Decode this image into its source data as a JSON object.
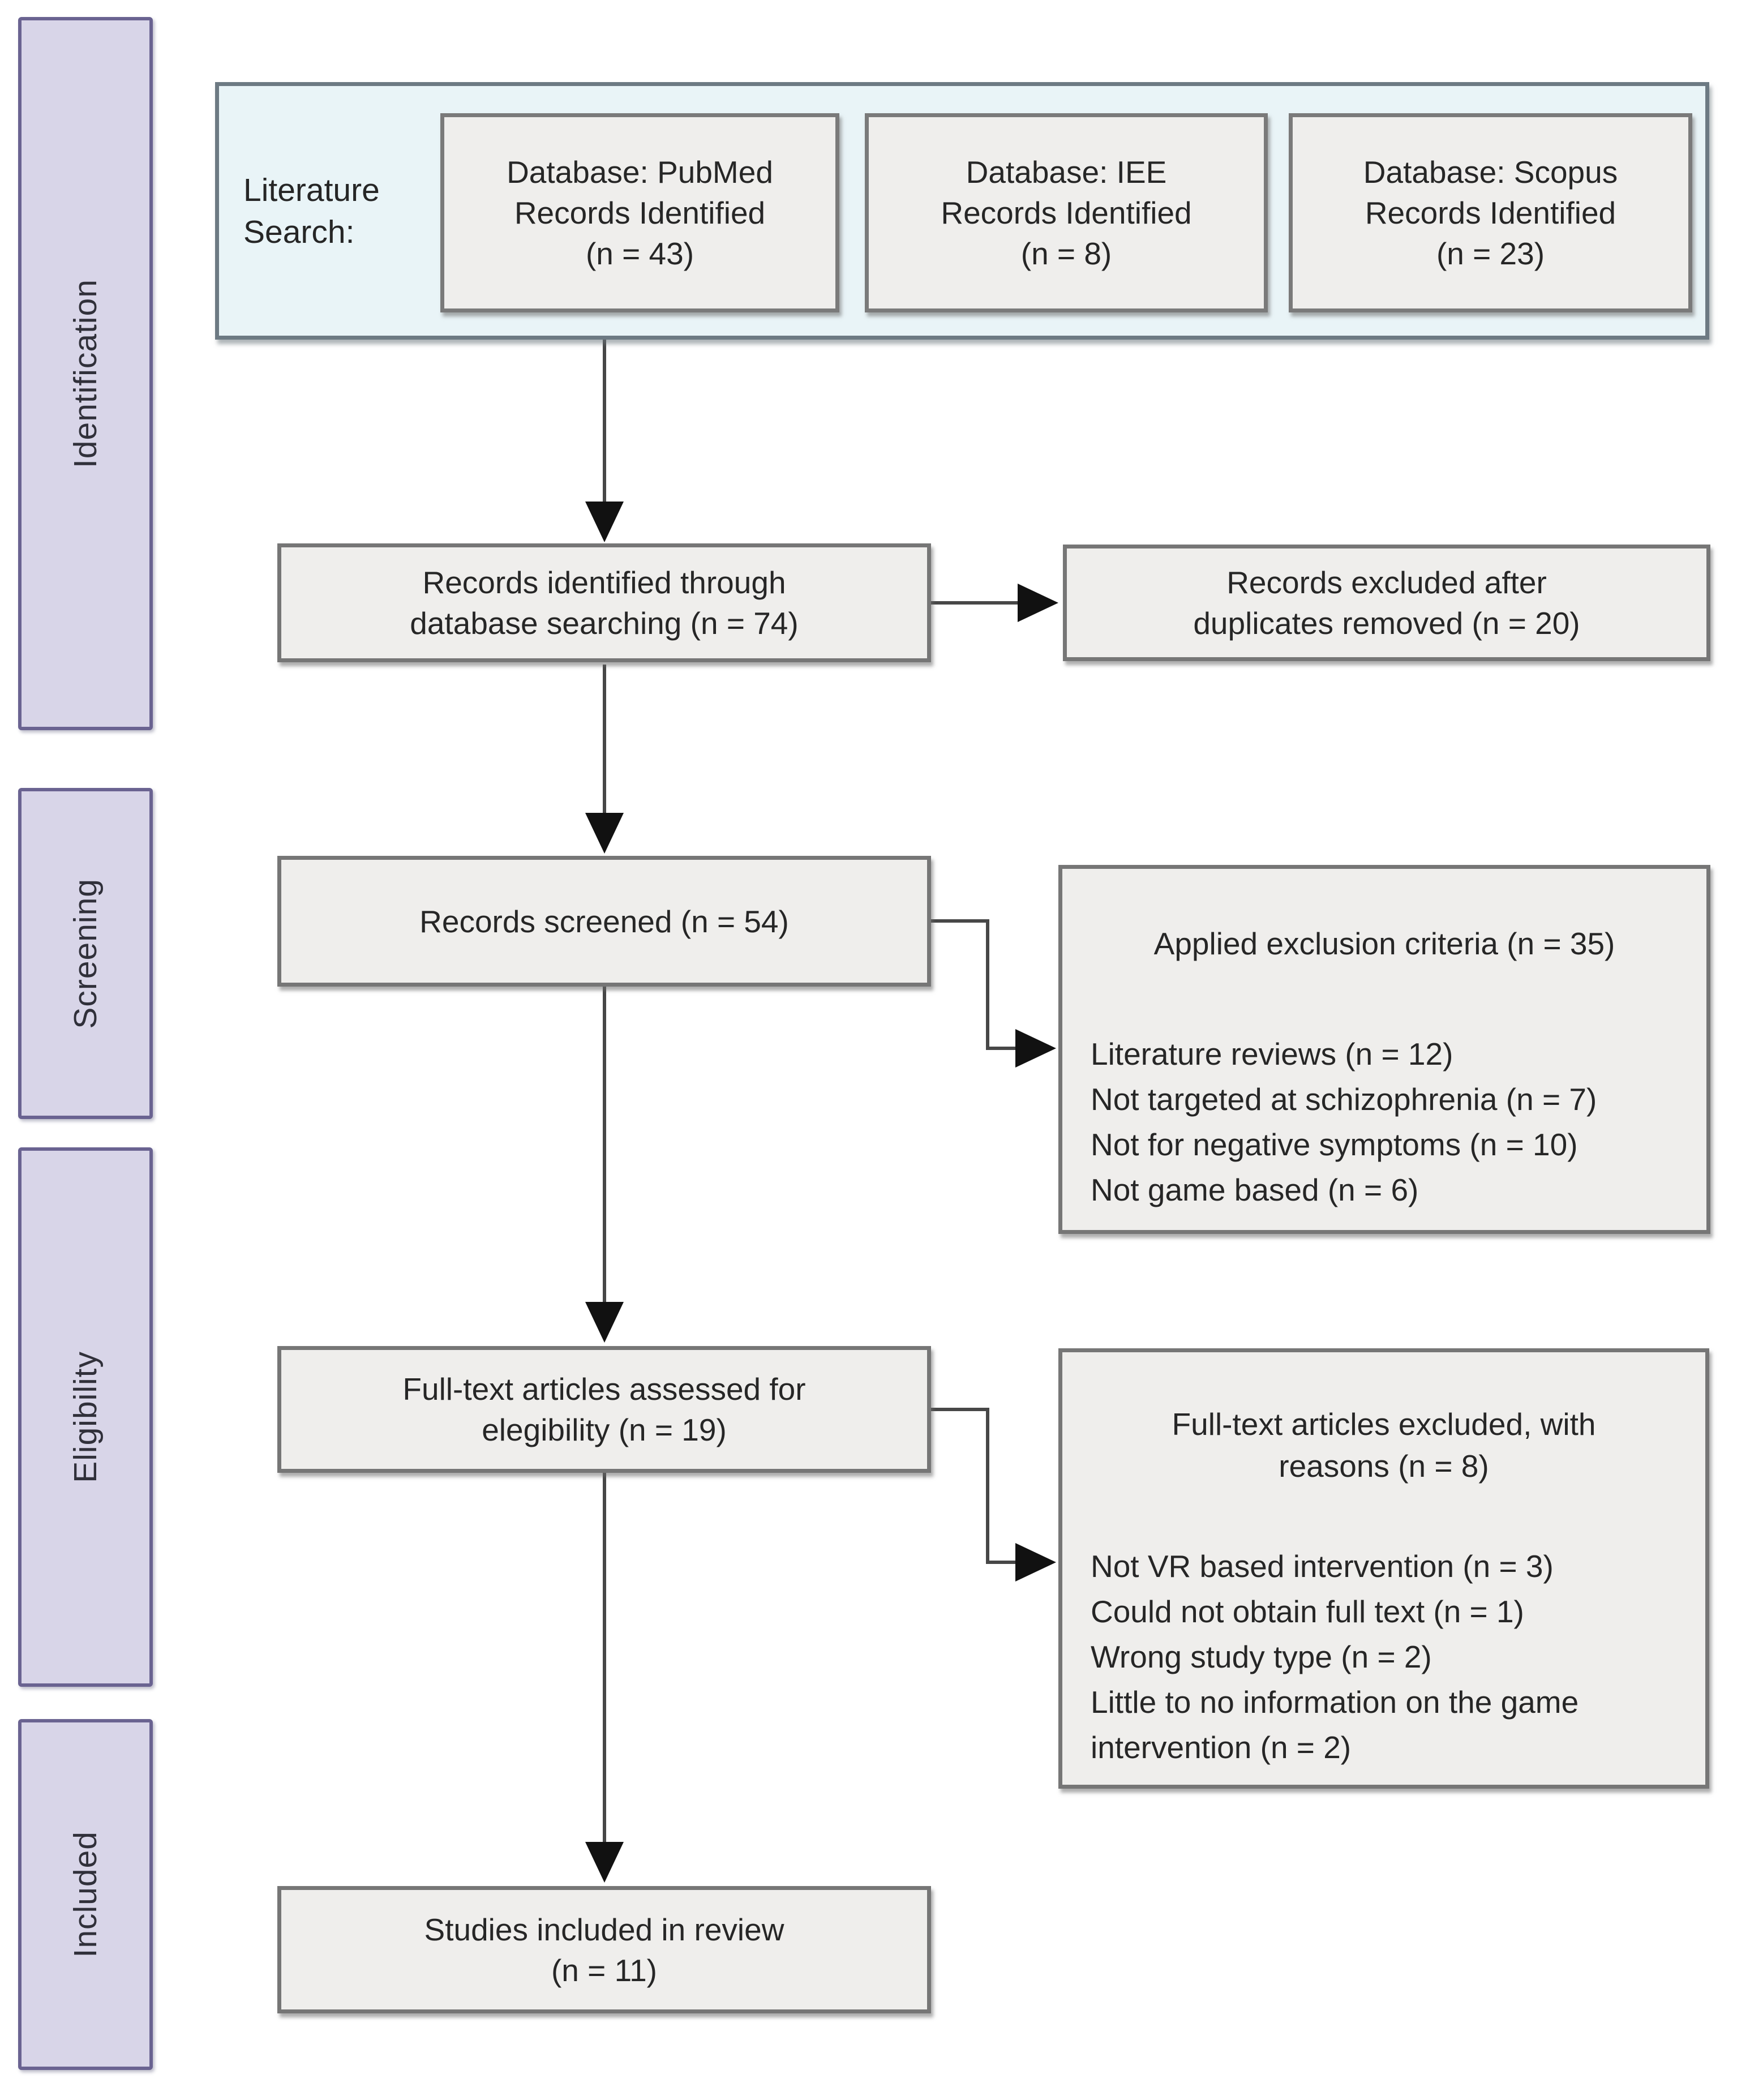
{
  "sidebar": {
    "stages": [
      {
        "label": "Identification"
      },
      {
        "label": "Screening"
      },
      {
        "label": "Eligibility"
      },
      {
        "label": "Included"
      }
    ]
  },
  "literature_search": {
    "label": "Literature\nSearch:",
    "databases": [
      {
        "text": "Database: PubMed\nRecords Identified\n(n = 43)"
      },
      {
        "text": "Database: IEE\nRecords Identified\n(n = 8)"
      },
      {
        "text": "Database: Scopus\nRecords Identified\n(n = 23)"
      }
    ]
  },
  "flow": {
    "identified": "Records identified through\ndatabase searching (n = 74)",
    "duplicates_excluded": "Records excluded after\nduplicates removed (n = 20)",
    "screened": "Records screened (n = 54)",
    "fulltext_assessed": "Full-text articles assessed for\nelegibility (n = 19)",
    "included": "Studies included in review\n(n = 11)"
  },
  "screening_exclusions": {
    "title": "Applied exclusion criteria (n = 35)",
    "items": [
      "Literature reviews (n = 12)",
      "Not targeted at schizophrenia (n = 7)",
      "Not for negative symptoms (n = 10)",
      "Not game based (n = 6)"
    ]
  },
  "fulltext_exclusions": {
    "title": "Full-text articles excluded, with\nreasons (n = 8)",
    "items": [
      "Not VR based intervention (n = 3)",
      "Could not obtain full text (n = 1)",
      "Wrong study type (n = 2)",
      "Little to no information on the game intervention (n = 2)"
    ]
  },
  "colors": {
    "sidebar_fill": "#d8d5e8",
    "sidebar_border": "#6a6391",
    "box_fill": "#efeeec",
    "box_border": "#767676",
    "container_fill": "#e9f4f7",
    "container_border": "#6d7a83",
    "arrow_line": "#474747",
    "arrow_head": "#111111",
    "text": "#262626"
  }
}
